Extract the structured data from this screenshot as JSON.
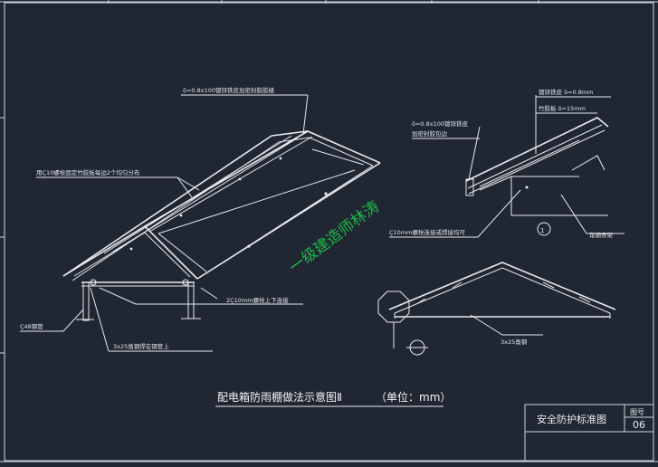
{
  "title": "配电箱防雨棚做法示意图Ⅱ",
  "unit": "（单位：mm）",
  "watermark": "一级建造师林涛",
  "annotations": {
    "top_sheet": "δ=0.8x100镀锌铁皮加密封胶胶缝",
    "bolt_fix": "用Ç10螺栓固定竹胶板每边2个均匀分布",
    "bolt_updown": "2Ç10mm螺栓上下连接",
    "steel_pipe": "Ç48钢管",
    "angle_weld": "3x25角钢焊在钢管上",
    "detail_sheet": "镀锌铁皮 δ=0.8mm",
    "detail_bamboo": "竹胶板 δ=15mm",
    "detail_edge_1": "δ=0.8x100镀锌铁皮",
    "detail_edge_2": "加密封胶包边",
    "detail_bolt": "Ç10mm螺栓连接或焊接均可",
    "detail_angle_frame": "角钢骨架",
    "section_angle": "3x25角钢",
    "detail_number": "1"
  },
  "title_block": {
    "name": "安全防护标准图",
    "drawing_no_label": "图号",
    "drawing_no": "06"
  }
}
